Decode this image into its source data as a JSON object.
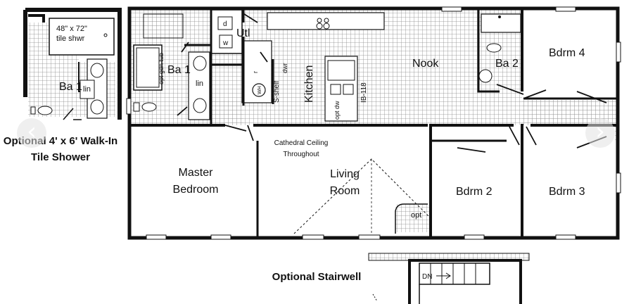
{
  "colors": {
    "wall": "#111111",
    "grid": "#8a8a8a",
    "window": "#ffffff",
    "nav_bg": "#e1e1e1"
  },
  "plan": {
    "rooms": {
      "utl": "Utl",
      "ba1_main": "Ba 1",
      "lin_main": "lin",
      "kitchen": "Kitchen",
      "nook": "Nook",
      "ba2": "Ba 2",
      "bdrm4": "Bdrm 4",
      "master": [
        "Master",
        "Bedroom"
      ],
      "living": [
        "Living",
        "Room"
      ],
      "bdrm2": "Bdrm 2",
      "bdrm3": "Bdrm 3"
    },
    "fixtures": {
      "tub_main": "opt gdn tub",
      "s_shelf": "S-shelf",
      "dw": "dwr",
      "ib": "IB-118",
      "opt_dw": "opt dw",
      "washer": "w",
      "dryer": "d",
      "fridge": "r",
      "water_heater": "WH",
      "fireplace_opt": "opt"
    },
    "ceiling_note": [
      "Cathedral Ceiling",
      "Throughout"
    ]
  },
  "optional_bath": {
    "shower": [
      "48\" x 72\"",
      "tile shwr"
    ],
    "ba1": "Ba 1",
    "lin": "lin",
    "caption": [
      "Optional 4' x 6' Walk-In",
      "Tile Shower"
    ]
  },
  "stairwell": {
    "caption": "Optional Stairwell",
    "dn": "DN"
  },
  "nav": {
    "prev": "‹",
    "next": "›"
  }
}
